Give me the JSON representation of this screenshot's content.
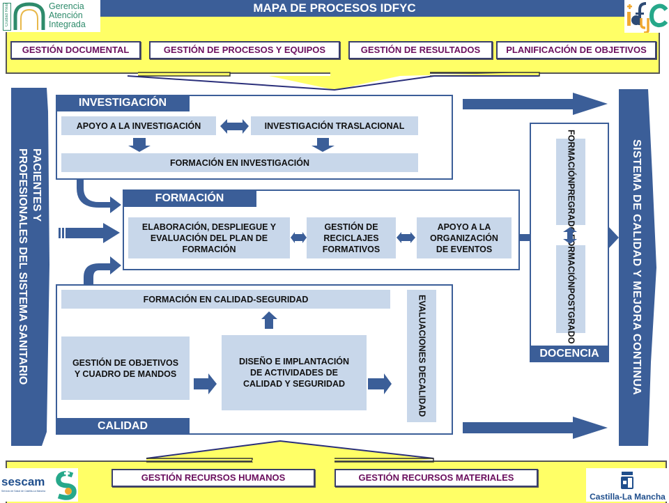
{
  "title": "MAPA DE PROCESOS IDFYC",
  "logos": {
    "gai": {
      "line1": "Gerencia",
      "line2": "Atención",
      "line3": "Integrada",
      "side": "Ciudad Real"
    },
    "idfyc": {
      "icon": "idfyc-logo-icon"
    },
    "sescam": {
      "name": "sescam",
      "sub": "Servicio de Salud de Castilla-La Mancha"
    },
    "clm": {
      "name": "Castilla-La Mancha",
      "icon": "castle-crest-icon"
    }
  },
  "strategic_processes": [
    "GESTIÓN DOCUMENTAL",
    "GESTIÓN DE PROCESOS Y EQUIPOS",
    "GESTIÓN DE RESULTADOS",
    "PLANIFICACIÓN DE OBJETIVOS"
  ],
  "support_processes": [
    "GESTIÓN RECURSOS HUMANOS",
    "GESTIÓN RECURSOS MATERIALES"
  ],
  "left_bar": {
    "line1": "PACIENTES Y",
    "line2": "PROFESIONALES DEL SISTEMA SANITARIO"
  },
  "right_bar": {
    "label": "SISTEMA DE CALIDAD Y MEJORA CONTINUA"
  },
  "investigacion": {
    "title": "INVESTIGACIÓN",
    "apoyo": "APOYO A LA INVESTIGACIÓN",
    "traslacional": "INVESTIGACIÓN TRASLACIONAL",
    "formacion": "FORMACIÓN EN INVESTIGACIÓN"
  },
  "formacion": {
    "title": "FORMACIÓN",
    "plan": {
      "l1": "ELABORACIÓN, DESPLIEGUE Y",
      "l2": "EVALUACIÓN DEL PLAN DE",
      "l3": "FORMACIÓN"
    },
    "reciclajes": {
      "l1": "GESTIÓN DE",
      "l2": "RECICLAJES",
      "l3": "FORMATIVOS"
    },
    "eventos": {
      "l1": "APOYO A LA",
      "l2": "ORGANIZACIÓN",
      "l3": "DE EVENTOS"
    }
  },
  "calidad": {
    "title": "CALIDAD",
    "formacion": "FORMACIÓN EN CALIDAD-SEGURIDAD",
    "objetivos": {
      "l1": "GESTIÓN DE OBJETIVOS",
      "l2": "Y CUADRO DE MANDOS"
    },
    "diseno": {
      "l1": "DISEÑO E IMPLANTACIÓN",
      "l2": "DE ACTIVIDADES DE",
      "l3": "CALIDAD Y SEGURIDAD"
    },
    "evaluaciones": {
      "l1": "EVALUACIONES DE",
      "l2": "CALIDAD"
    }
  },
  "docencia": {
    "title": "DOCENCIA",
    "pregrado": {
      "l1": "FORMACIÓN",
      "l2": "PREGRADO"
    },
    "postgrado": {
      "l1": "FORMACIÓN",
      "l2": "POSTGRADO"
    }
  },
  "colors": {
    "primary": "#3b5e98",
    "light": "#c8d7ea",
    "yellow": "#ffff66",
    "purple": "#6b0f5e"
  }
}
